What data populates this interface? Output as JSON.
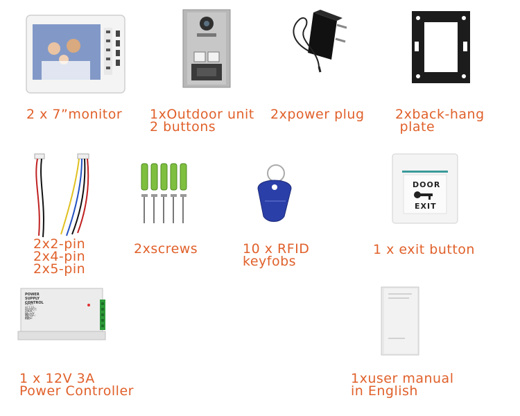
{
  "accent_color": "#e0602a",
  "items": [
    {
      "name": "monitor",
      "icon": "video-monitor-icon",
      "lines": [
        "2 x 7”monitor"
      ]
    },
    {
      "name": "outdoor-unit",
      "icon": "doorbell-panel-icon",
      "lines": [
        "1xOutdoor unit",
        "2 buttons"
      ]
    },
    {
      "name": "power-plug",
      "icon": "power-adapter-icon",
      "lines": [
        "2xpower plug"
      ]
    },
    {
      "name": "back-hang-plate",
      "icon": "mounting-bracket-icon",
      "lines": [
        "2xback-hang",
        " plate"
      ]
    },
    {
      "name": "cables",
      "icon": "pin-cables-icon",
      "lines": [
        "2x2-pin",
        "2x4-pin",
        "2x5-pin"
      ]
    },
    {
      "name": "screws",
      "icon": "screws-anchors-icon",
      "lines": [
        "2xscrews"
      ]
    },
    {
      "name": "rfid-keyfobs",
      "icon": "rfid-keyfob-icon",
      "lines": [
        "10 x RFID",
        "keyfobs"
      ]
    },
    {
      "name": "exit-button",
      "icon": "exit-button-icon",
      "lines": [
        "1 x exit button"
      ]
    },
    {
      "name": "power-controller",
      "icon": "power-supply-box-icon",
      "lines": [
        "1 x 12V 3A",
        "Power Controller"
      ]
    },
    {
      "name": "user-manual",
      "icon": "manual-booklet-icon",
      "lines": [
        "1xuser manual",
        "in English"
      ]
    }
  ],
  "panel_text": {
    "door_label": "DOOR",
    "exit_label": "EXIT",
    "psu_title": "POWER SUPPLY CONTROL",
    "psu_specs": [
      "INPUT: AC110-240V 50-60HZ",
      "OUTPUT: DC12V 3A",
      "MODEL: K80"
    ]
  }
}
